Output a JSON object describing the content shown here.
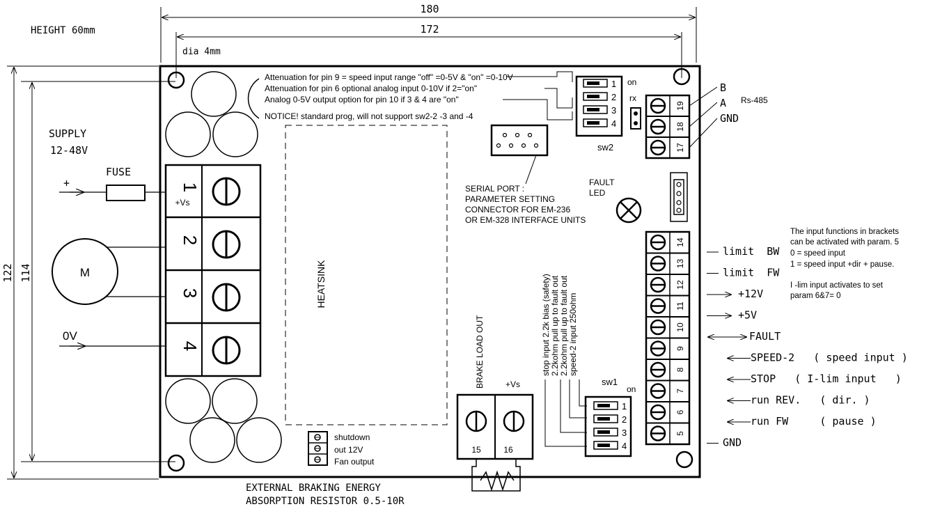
{
  "dims": {
    "height": "HEIGHT 60mm",
    "width_outer": "180",
    "width_inner": "172",
    "hole": "dia 4mm",
    "height_outer": "122",
    "height_inner": "114"
  },
  "supply": {
    "label": "SUPPLY",
    "range": "12-48V",
    "fuse": "FUSE",
    "plus": "+",
    "zero": "0V",
    "motor": "M"
  },
  "terminals_left": [
    {
      "num": "1",
      "sub": "+Vs"
    },
    {
      "num": "2",
      "sub": ""
    },
    {
      "num": "3",
      "sub": ""
    },
    {
      "num": "4",
      "sub": ""
    }
  ],
  "notes": {
    "line1": "Attenuation for pin 9 = speed input range  \"off\" =0-5V & \"on\" =0-10V",
    "line2": "Attenuation for pin 6  optional analog input 0-10V if  2=\"on\"",
    "line3": "Analog 0-5V output option for pin 10  if  3 & 4 are \"on\"",
    "notice": "NOTICE! standard prog, will not support sw2-2 -3 and -4"
  },
  "heatsink": "HEATSINK",
  "sw2": {
    "label": "sw2",
    "on": "on",
    "positions": [
      "1",
      "2",
      "3",
      "4"
    ]
  },
  "rx": "rx",
  "rs485": {
    "label": "Rs-485",
    "lines": [
      "B",
      "A",
      "GND"
    ],
    "pins": [
      "19",
      "18",
      "17"
    ]
  },
  "serial": {
    "l1": "SERIAL PORT :",
    "l2": "PARAMETER SETTING",
    "l3": "CONNECTOR FOR EM-236",
    "l4": "OR EM-328 INTERFACE UNITS"
  },
  "fault_led": {
    "l1": "FAULT",
    "l2": "LED"
  },
  "info": {
    "l1": "The input functions in brackets",
    "l2": "can be activated with param. 5",
    "l3": "0 =  speed input",
    "l4": "1 =  speed input +dir + pause.",
    "l5": "I -lim input activates to set",
    "l6": "param 6&7= 0"
  },
  "right_pins": [
    {
      "pin": "14",
      "label": "limit  BW"
    },
    {
      "pin": "13",
      "label": "limit  FW"
    },
    {
      "pin": "12",
      "label": "+12V"
    },
    {
      "pin": "11",
      "label": "+5V"
    },
    {
      "pin": "10",
      "label": "FAULT"
    },
    {
      "pin": "9",
      "label": "SPEED-2   ( speed input )"
    },
    {
      "pin": "8",
      "label": "STOP   ( I-lim input   )"
    },
    {
      "pin": "7",
      "label": "run REV.   ( dir. )"
    },
    {
      "pin": "6",
      "label": "run FW     ( pause )"
    },
    {
      "pin": "5",
      "label": "GND"
    }
  ],
  "sw1": {
    "label": "sw1",
    "on": "on",
    "positions": [
      "1",
      "2",
      "3",
      "4"
    ],
    "notes": [
      "stop input 2.2k bias (safety)",
      "2.2kohm pull up to fault out",
      "2.2kohm pull up to fault out",
      "speed-2 input 250ohm"
    ]
  },
  "brake": {
    "label": "BRAKE LOAD OUT",
    "vs": "+Vs",
    "pins": [
      "15",
      "16"
    ]
  },
  "fan": {
    "l1": "shutdown",
    "l2": "out  12V",
    "l3": "Fan output"
  },
  "bottom": {
    "l1": "EXTERNAL  BRAKING ENERGY",
    "l2": "ABSORPTION  RESISTOR   0.5-10R"
  }
}
